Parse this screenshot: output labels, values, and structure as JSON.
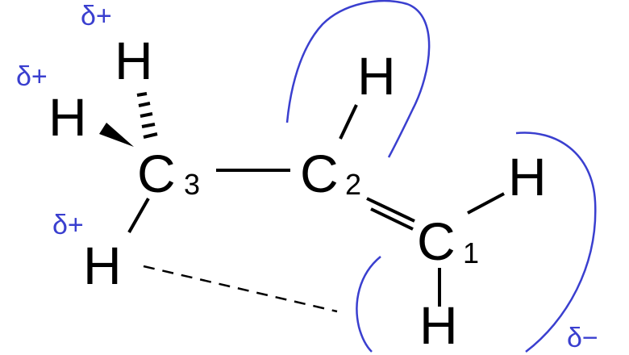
{
  "colors": {
    "charge": "#3a3fcf",
    "atoms": "#000000",
    "orbital": "#3a3fcf"
  },
  "atoms": {
    "c3": {
      "symbol": "C",
      "sub": "3"
    },
    "c2": {
      "symbol": "C",
      "sub": "2"
    },
    "c1": {
      "symbol": "C",
      "sub": "1"
    },
    "h_top": "H",
    "h_left": "H",
    "h_lower_left": "H",
    "h_c2": "H",
    "h_c1_right": "H",
    "h_c1_bottom": "H"
  },
  "charges": {
    "top": "δ+",
    "left": "δ+",
    "lower_left": "δ+",
    "bottom_right": "δ−"
  }
}
